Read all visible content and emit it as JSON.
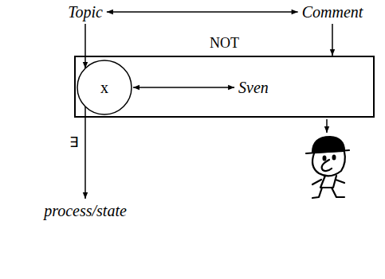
{
  "diagram": {
    "nodes": [
      {
        "text": [
          "Topic"
        ]
      },
      {
        "text": [
          "Comment"
        ]
      },
      {
        "text": [
          "NOT"
        ]
      },
      {
        "text": [
          "x"
        ],
        "in": 2
      },
      {
        "text": [
          "Sven"
        ],
        "in": 2
      },
      {
        "text": [
          "process/state"
        ]
      }
    ],
    "edges": [
      {
        "from": 0,
        "to": 1,
        "arrow": "both"
      },
      {
        "from": 0,
        "to": 3,
        "arrow": "to"
      },
      {
        "from": 1,
        "to": 2,
        "arrow": "to"
      },
      {
        "from": 3,
        "to": 4,
        "arrow": "both"
      },
      {
        "from": 3,
        "to": 5,
        "arrow": "to",
        "label": "∃"
      }
    ]
  }
}
